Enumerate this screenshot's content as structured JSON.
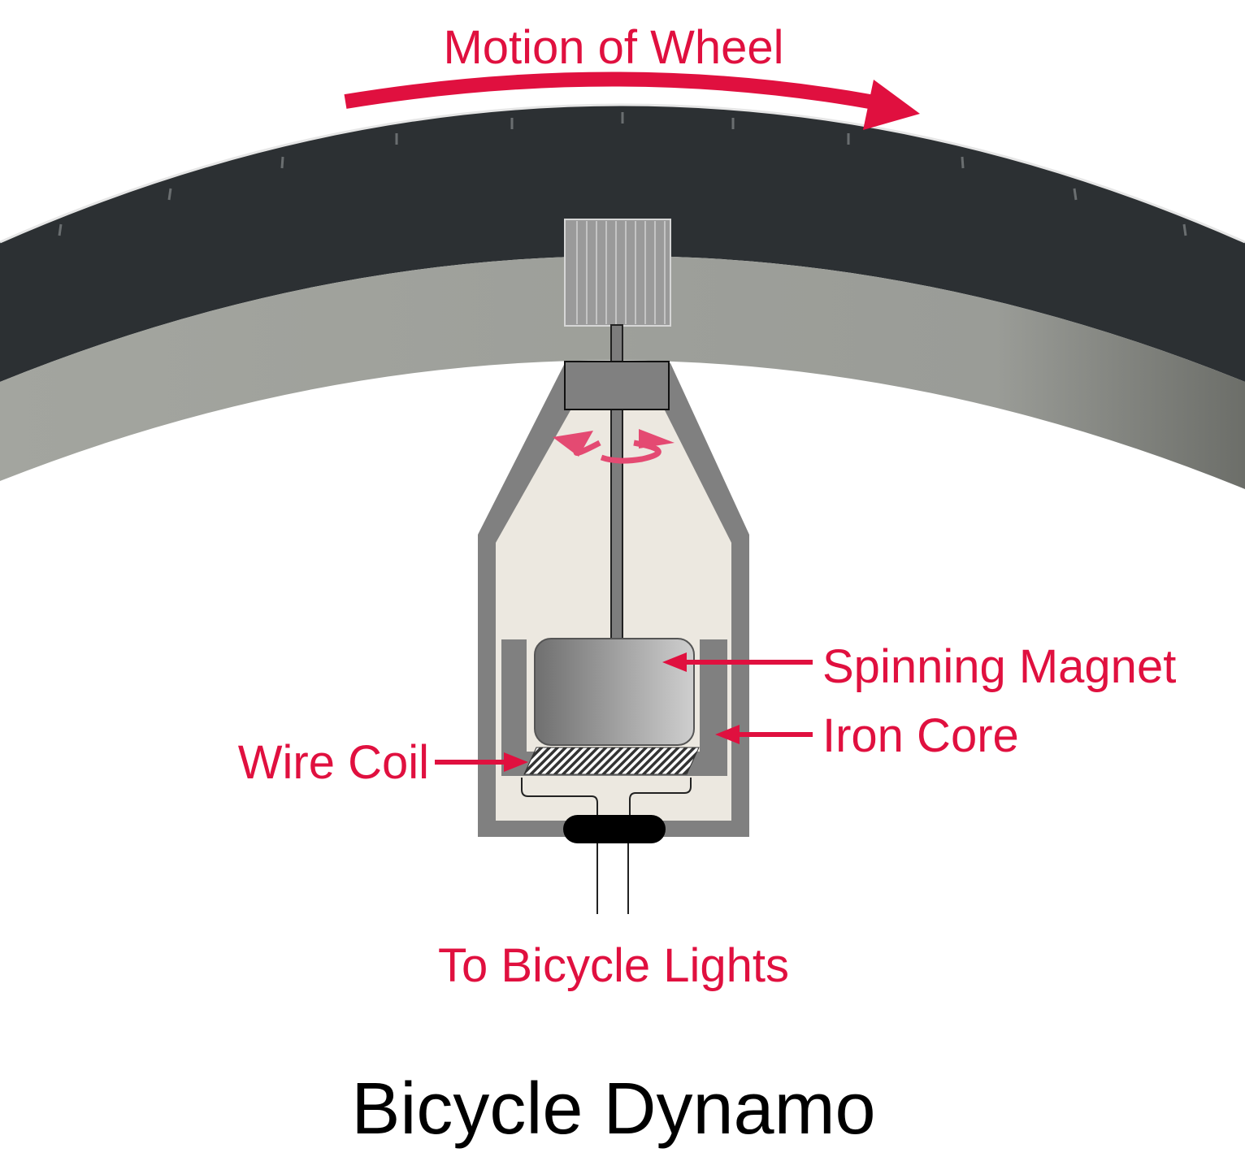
{
  "colors": {
    "accent": "#e0103f",
    "tire": "#2c3033",
    "rim": "#9c9e99",
    "housing": "#808080",
    "housing_fill": "#ece8e0",
    "text": "#000000"
  },
  "labels": {
    "motion": "Motion of Wheel",
    "magnet": "Spinning Magnet",
    "iron_core": "Iron Core",
    "wire_coil": "Wire Coil",
    "to_lights": "To Bicycle Lights"
  },
  "title": "Bicycle Dynamo",
  "icons": [
    "curved-motion-arrow",
    "rotation-arrow",
    "pointer-arrow"
  ]
}
